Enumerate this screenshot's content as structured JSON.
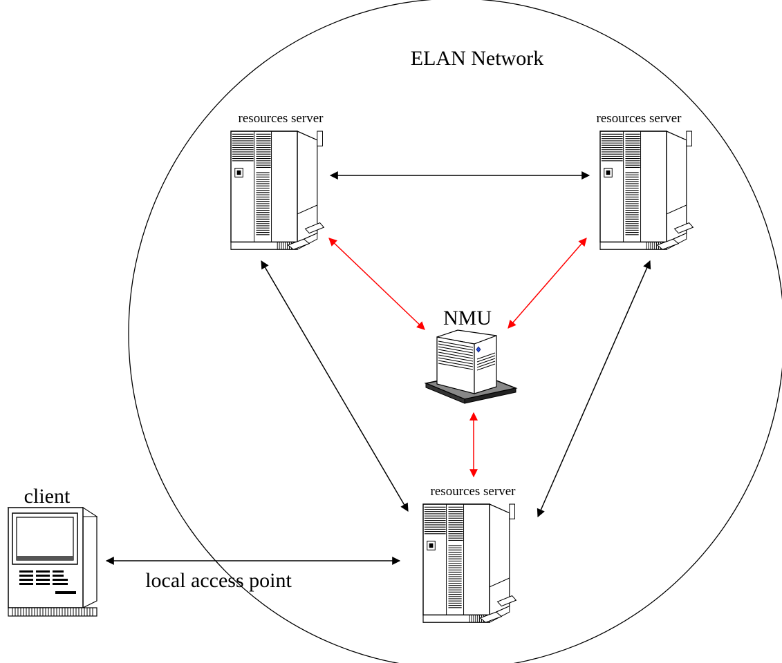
{
  "network": {
    "title": "ELAN Network"
  },
  "nodes": {
    "server_top_left": {
      "label": "resources server"
    },
    "server_top_right": {
      "label": "resources server"
    },
    "server_bottom": {
      "label": "resources server"
    },
    "nmu": {
      "label": "NMU"
    },
    "client": {
      "label": "client"
    }
  },
  "links": {
    "client_link_label": "local access point"
  },
  "colors": {
    "line": "#000000",
    "nmu_link": "#ff0000",
    "background": "#ffffff"
  }
}
